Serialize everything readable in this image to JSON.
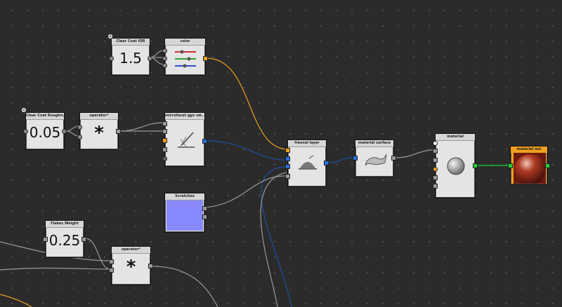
{
  "nodes": {
    "clear_coat_ior": {
      "title": "Clear Coat IOR",
      "value": "1.5"
    },
    "color": {
      "title": "color"
    },
    "clear_coat_rough": {
      "title": "Clear Coat Roughn...",
      "value": "0.05"
    },
    "operator_1": {
      "title": "operator*",
      "symbol": "*"
    },
    "microfacet": {
      "title": "microfacet ggx sm..."
    },
    "fresnel": {
      "title": "fresnel layer"
    },
    "material_surface": {
      "title": "material surface"
    },
    "material": {
      "title": "material"
    },
    "material_out": {
      "title": "material out"
    },
    "scratches": {
      "title": "Scratches",
      "swatch_color": "#8888ff"
    },
    "flakes_weight": {
      "title": "Flakes Weight",
      "value": "0.25"
    },
    "operator_2": {
      "title": "operator*",
      "symbol": "*"
    }
  },
  "colors": {
    "background": "#2b2b2b",
    "node_body": "#e4e4e4",
    "wire_orange": "#e8a020",
    "wire_blue": "#1f4fa0",
    "wire_gray": "#9a9a9a",
    "wire_green": "#1fd030",
    "port_orange": "#f0a020",
    "port_blue": "#2a6fe0",
    "port_green": "#22d030",
    "output_node_frame": "#f0a020"
  },
  "icons": [
    "pin-icon",
    "color-sliders-icon",
    "microfacet-icon",
    "fresnel-layer-icon",
    "surface-sheet-icon",
    "sphere-icon",
    "material-ball-icon"
  ]
}
